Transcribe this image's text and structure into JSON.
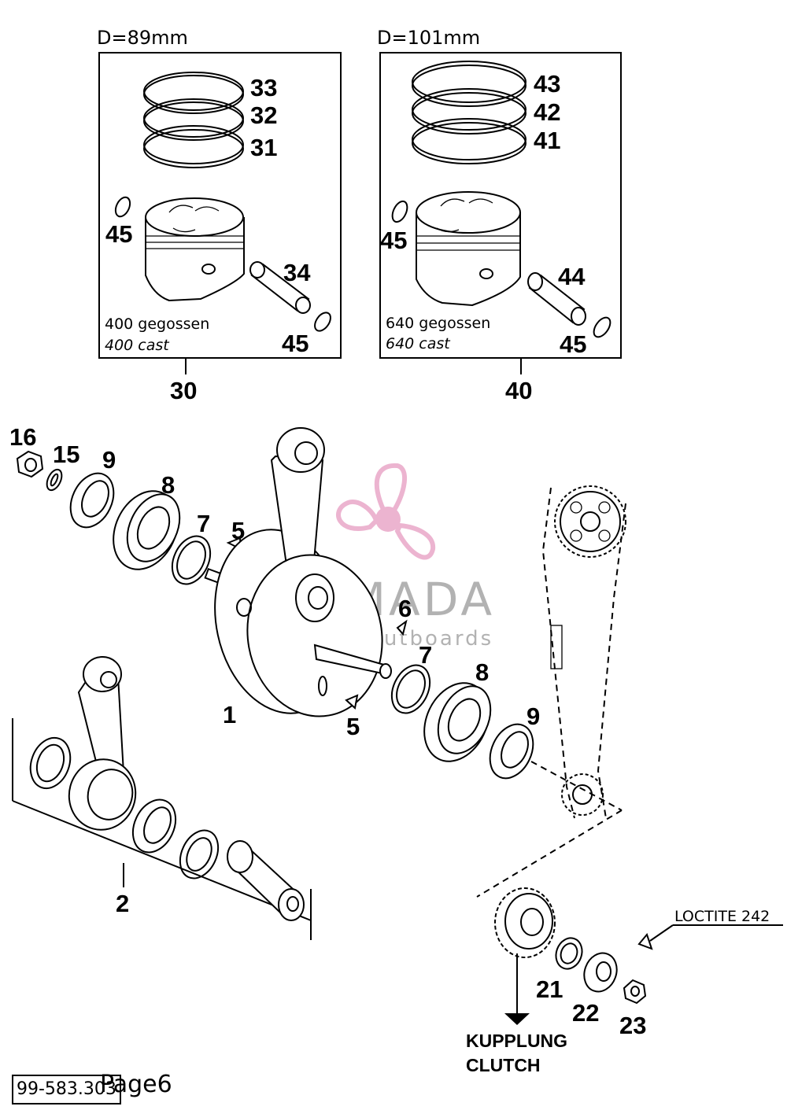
{
  "boxes": [
    {
      "dimension": "D=89mm",
      "label_de": "400 gegossen",
      "label_en": "400 cast",
      "ring_numbers": [
        "33",
        "32",
        "31"
      ],
      "pin_number": "34",
      "circlip_number": "45",
      "callout": "30"
    },
    {
      "dimension": "D=101mm",
      "label_de": "640 gegossen",
      "label_en": "640 cast",
      "ring_numbers": [
        "43",
        "42",
        "41"
      ],
      "pin_number": "44",
      "circlip_number": "45",
      "callout": "40"
    }
  ],
  "callouts": {
    "crankshaft": "1",
    "conrod_kit": "2",
    "key_left": "5",
    "key_right": "5",
    "key_6": "6",
    "shim_left": "7",
    "shim_right": "7",
    "bearing_left": "8",
    "bearing_right": "8",
    "seal_left": "9",
    "seal_right": "9",
    "lockwasher": "15",
    "nut": "16",
    "gear_washer": "21",
    "gear_nut": "22",
    "small_nut": "23"
  },
  "loctite_label": "LOCTITE 242",
  "kupplung_label": "KUPPLUNG",
  "clutch_label": "CLUTCH",
  "watermark": {
    "brand": "ARMADA",
    "tagline": "marine outboards",
    "color": "#e9a7c8"
  },
  "footer": {
    "code": "99-583.303",
    "page": "Page6"
  }
}
